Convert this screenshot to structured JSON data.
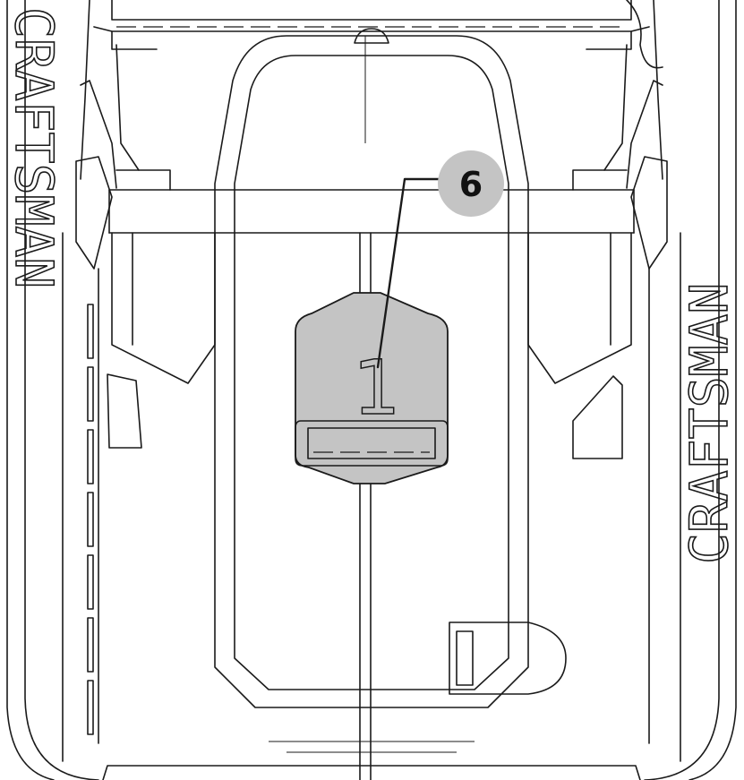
{
  "diagram": {
    "brand_text": "CRAFTSMAN",
    "part_number_mark": "1",
    "callouts": [
      {
        "label": "6",
        "target": "highlighted-housing-panel"
      }
    ],
    "colors": {
      "line": "#1a1a1a",
      "highlight": "#c4c4c4",
      "callout_bubble": "#c4c4c4"
    }
  }
}
